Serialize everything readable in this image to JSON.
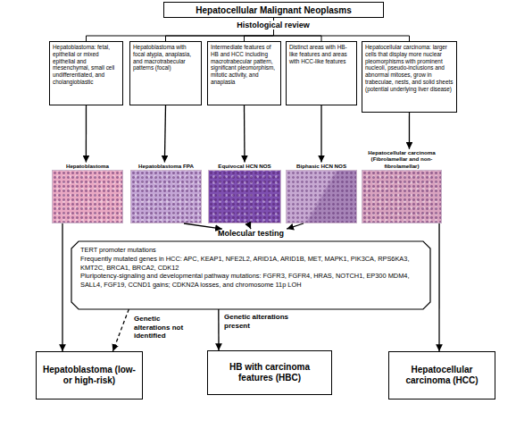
{
  "diagram": {
    "nodes": [
      {
        "text": [
          "Hepatocellular Malignant Neoplasms"
        ]
      },
      {
        "text": [
          "Hepatoblastoma: fetal, epithelial or mixed epithelial and mesenchymal, small cell undifferentiated, and cholangioblastic"
        ]
      },
      {
        "text": [
          "Hepatoblastoma with focal atypia, anaplasia, and macrotrabecular patterns (focal)"
        ]
      },
      {
        "text": [
          "Intermediate features of HB and HCC including macrotrabecular pattern, significant pleomorphism, mitotic activity, and anaplasia"
        ]
      },
      {
        "text": [
          "Distinct areas with HB-like features and areas with HCC-like features"
        ]
      },
      {
        "text": [
          "Hepatocellular carcinoma: larger cells that display more nuclear pleomorphisms with prominent nucleoli, pseudo-inclusions and abnormal mitoses, grow in trabeculae, nests, and solid sheets (potential underlying liver disease)"
        ]
      },
      {
        "text": [
          "Hepatoblastoma"
        ]
      },
      {
        "text": [
          "Hepatoblastoma FPA"
        ]
      },
      {
        "text": [
          "Equivocal HCN NOS"
        ]
      },
      {
        "text": [
          "Biphasic HCN NOS"
        ]
      },
      {
        "text": [
          "Hepatocellular carcinoma (Fibrolamellar and non-fibrolamellar)"
        ]
      },
      {
        "text": [
          "Molecular testing",
          "TERT promoter mutations",
          "Frequently mutated genes in HCC: APC, KEAP1, NFE2L2, ARID1A, ARID1B, MET, MAPK1, PIK3CA, RPS6KA3, KMT2C, BRCA1, BRCA2, CDK12",
          "Pluripotency-signaling and developmental pathway mutations: FGFR3, FGFR4, HRAS, NOTCH1, EP300 MDM4, SALL4, FGF19, CCND1 gains; CDKN2A losses, and chromosome 11p LOH"
        ]
      },
      {
        "text": [
          "Hepatoblastoma (low- or high-risk)"
        ]
      },
      {
        "text": [
          "HB with carcinoma features (HBC)"
        ]
      },
      {
        "text": [
          "Hepatocellular carcinoma (HCC)"
        ]
      }
    ],
    "edges": [
      {
        "from": 0,
        "to": 1,
        "arrow": "none"
      },
      {
        "from": 0,
        "to": 2,
        "arrow": "none"
      },
      {
        "from": 0,
        "to": 3,
        "arrow": "none"
      },
      {
        "from": 0,
        "to": 4,
        "arrow": "none"
      },
      {
        "from": 0,
        "to": 5,
        "arrow": "none"
      },
      {
        "from": 1,
        "to": 6,
        "arrow": "to"
      },
      {
        "from": 2,
        "to": 7,
        "arrow": "to"
      },
      {
        "from": 3,
        "to": 8,
        "arrow": "to"
      },
      {
        "from": 4,
        "to": 9,
        "arrow": "to"
      },
      {
        "from": 5,
        "to": 10,
        "arrow": "to"
      },
      {
        "from": 7,
        "to": 11,
        "arrow": "to"
      },
      {
        "from": 8,
        "to": 11,
        "arrow": "to"
      },
      {
        "from": 9,
        "to": 11,
        "arrow": "to"
      },
      {
        "from": 6,
        "to": 12,
        "arrow": "to"
      },
      {
        "from": 11,
        "to": 12,
        "label": "Genetic alterations not identified",
        "arrow": "to"
      },
      {
        "from": 11,
        "to": 13,
        "label": "Genetic alterations present",
        "arrow": "to"
      },
      {
        "from": 10,
        "to": 14,
        "arrow": "to"
      }
    ],
    "labels": [
      "Histological review"
    ]
  }
}
